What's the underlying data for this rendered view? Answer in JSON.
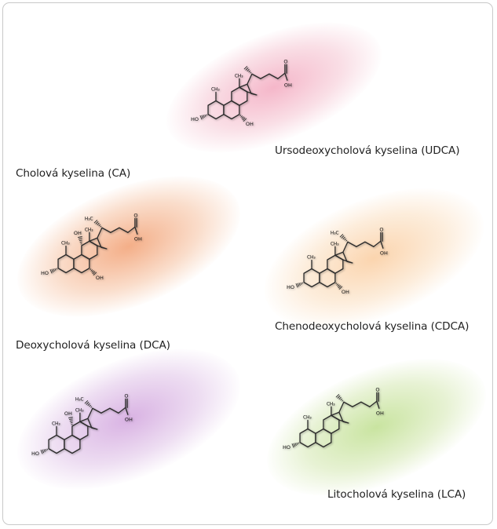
{
  "colors": {
    "udca": "#f3b8c8",
    "ca": "#f4b48c",
    "cdca": "#fad7b0",
    "dca": "#d8b4e2",
    "lca": "#cfe5a8",
    "bond": "#2a2a2a"
  },
  "atoms": {
    "ho": "HO",
    "oh": "OH",
    "h3c": "H₃C",
    "ch3": "CH₃",
    "o": "O"
  },
  "molecules": [
    {
      "key": "udca",
      "name": "Ursodeoxycholová kyselina (UDCA)",
      "oh7": true,
      "oh12": false,
      "h3c_label": false
    },
    {
      "key": "ca",
      "name": "Cholová kyselina (CA)",
      "oh7": true,
      "oh12": true,
      "h3c_label": true
    },
    {
      "key": "cdca",
      "name": "Chenodeoxycholová kyselina (CDCA)",
      "oh7": true,
      "oh12": false,
      "h3c_label": true
    },
    {
      "key": "dca",
      "name": "Deoxycholová kyselina (DCA)",
      "oh7": false,
      "oh12": true,
      "h3c_label": true
    },
    {
      "key": "lca",
      "name": "Litocholová kyselina (LCA)",
      "oh7": false,
      "oh12": false,
      "h3c_label": false
    }
  ]
}
